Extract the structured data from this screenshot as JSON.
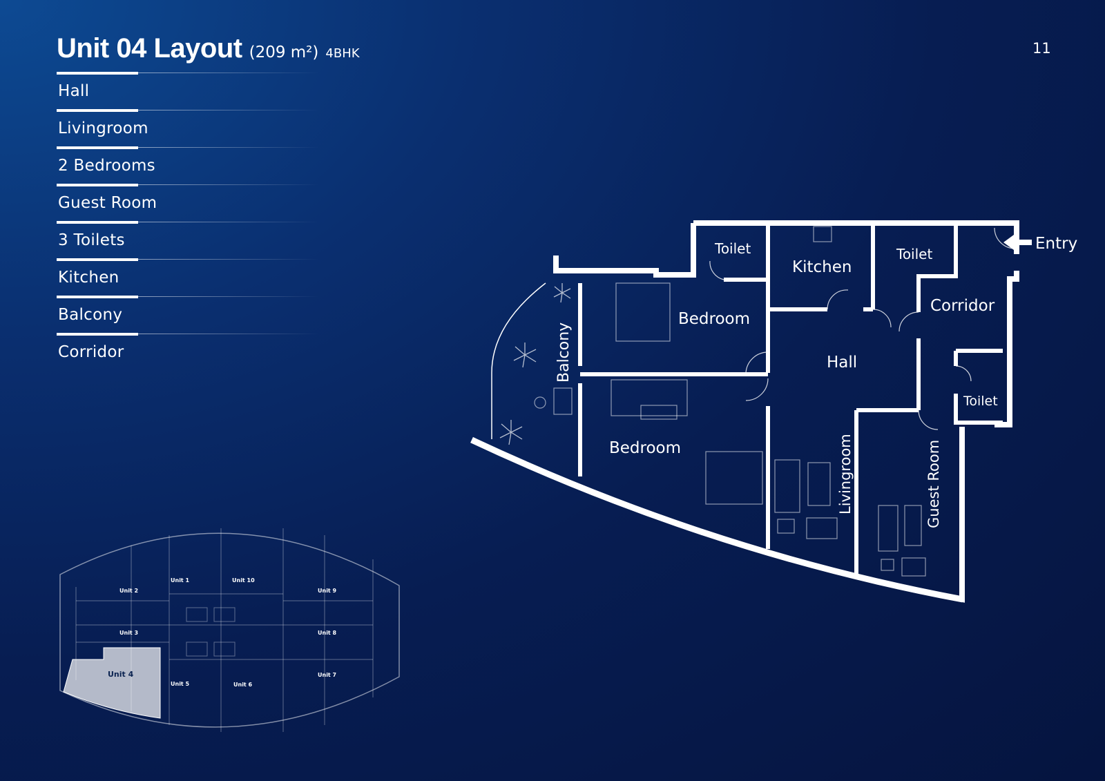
{
  "header": {
    "title": "Unit 04 Layout",
    "area": "(209 m²)",
    "type": "4BHK"
  },
  "page_number": "11",
  "features": [
    "Hall",
    "Livingroom",
    "2 Bedrooms",
    "Guest Room",
    "3 Toilets",
    "Kitchen",
    "Balcony",
    "Corridor"
  ],
  "plan": {
    "labels": {
      "toilet_top": "Toilet",
      "kitchen": "Kitchen",
      "toilet_mid": "Toilet",
      "corridor": "Corridor",
      "entry": "Entry",
      "bedroom_top": "Bedroom",
      "hall": "Hall",
      "balcony": "Balcony",
      "toilet_right": "Toilet",
      "bedroom_bottom": "Bedroom",
      "livingroom": "Livingroom",
      "guest_room": "Guest Room"
    }
  },
  "key_plan": {
    "units": [
      "Unit 1",
      "Unit 2",
      "Unit 3",
      "Unit 4",
      "Unit 5",
      "Unit 6",
      "Unit 7",
      "Unit 8",
      "Unit 9",
      "Unit 10"
    ]
  },
  "colors": {
    "background": "#071d52",
    "accent": "#ffffff",
    "highlight": "#c8ccd6"
  }
}
